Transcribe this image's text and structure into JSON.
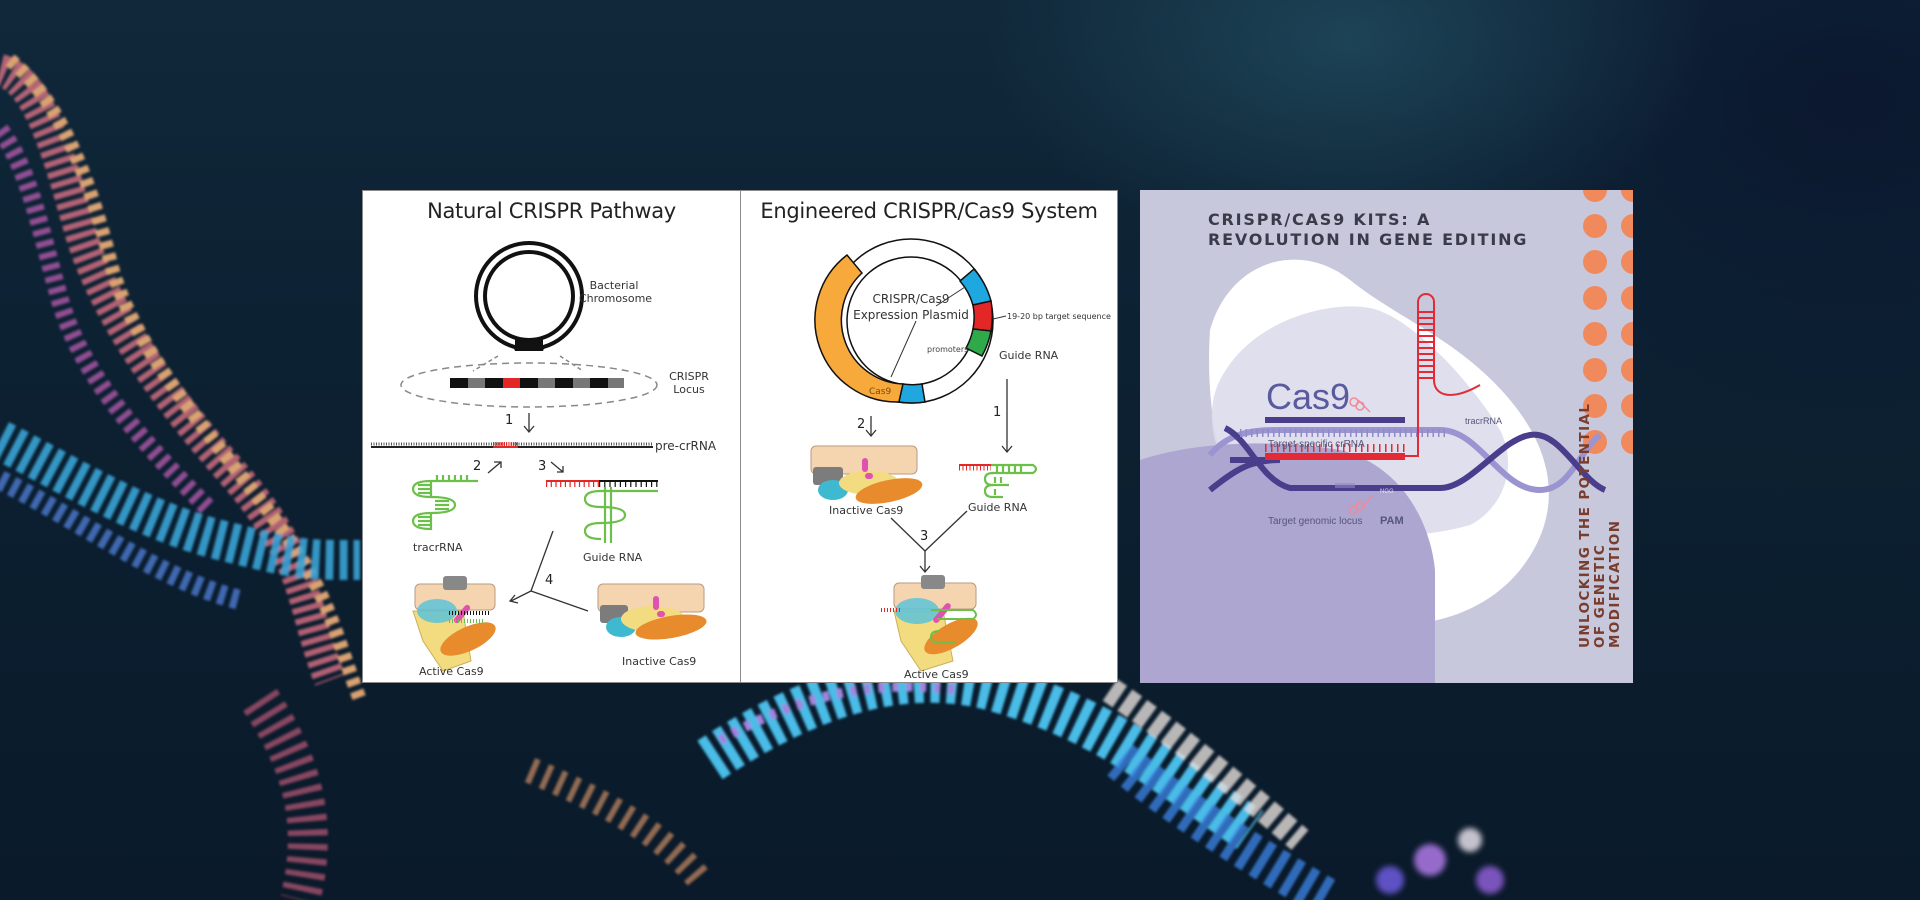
{
  "panels": {
    "natural": {
      "title": "Natural CRISPR Pathway",
      "labels": {
        "chromosome": "Bacterial Chromosome",
        "locus": "CRISPR Locus",
        "pre_crrna": "pre-crRNA",
        "tracrrna": "tracrRNA",
        "guide_rna": "Guide RNA",
        "active_cas9": "Active Cas9",
        "inactive_cas9": "Inactive Cas9"
      },
      "steps": [
        "1",
        "2",
        "3",
        "4"
      ]
    },
    "engineered": {
      "title": "Engineered CRISPR/Cas9 System",
      "labels": {
        "plasmid_line1": "CRISPR/Cas9",
        "plasmid_line2": "Expression Plasmid",
        "target_sequence": "19-20 bp target sequence",
        "guide_rna_segment": "Guide RNA",
        "promoters": "promoters",
        "cas9_segment": "Cas9",
        "inactive_cas9": "Inactive Cas9",
        "guide_rna": "Guide RNA",
        "active_cas9": "Active Cas9"
      },
      "steps": [
        "1",
        "2",
        "3"
      ]
    },
    "kit": {
      "title_line1": "CRISPR/CAS9 KITS: A",
      "title_line2": "REVOLUTION IN GENE EDITING",
      "cas9": "Cas9",
      "tracrrna": "tracrRNA",
      "crrna": "Target-specific crRNA",
      "genomic_locus": "Target genomic locus",
      "pam": "PAM",
      "ngg": "NGG",
      "vertical_line1": "UNLOCKING THE POTENTIAL",
      "vertical_line2": "OF GENETIC",
      "vertical_line3": "MODIFICATION"
    }
  },
  "colors": {
    "background": "#0c2132",
    "kit_bg": "#c7c8dc",
    "kit_purple": "#ad a6d0",
    "dots_orange": "#f08a5d",
    "rna_red": "#e8323c",
    "rna_green": "#6cc04a",
    "cas9_orange": "#f7a93b",
    "promoter_blue": "#1fa8e0",
    "guide_green": "#2eaa4a"
  }
}
